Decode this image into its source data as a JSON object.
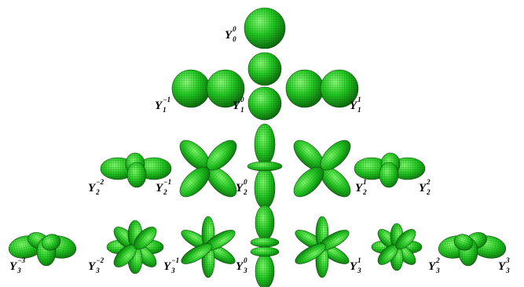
{
  "colors": {
    "lobe_fill": "#22cc22",
    "lobe_highlight": "#7dff6a",
    "lobe_shadow": "#0b6a0b",
    "mesh": "#0a3d0a"
  },
  "harmonics": [
    {
      "id": "Y00",
      "symbol": "Y",
      "l": "0",
      "m": "0",
      "icon": "s-orbital-sphere"
    },
    {
      "id": "Y1m1",
      "symbol": "Y",
      "l": "1",
      "m": "−1",
      "icon": "p-orbital-horizontal"
    },
    {
      "id": "Y10",
      "symbol": "Y",
      "l": "1",
      "m": "0",
      "icon": "p-orbital-vertical"
    },
    {
      "id": "Y11",
      "symbol": "Y",
      "l": "1",
      "m": "1",
      "icon": "p-orbital-horizontal"
    },
    {
      "id": "Y2m2",
      "symbol": "Y",
      "l": "2",
      "m": "−2",
      "icon": "d-orbital-perspective"
    },
    {
      "id": "Y2m1",
      "symbol": "Y",
      "l": "2",
      "m": "−1",
      "icon": "d-orbital-cloverleaf"
    },
    {
      "id": "Y20",
      "symbol": "Y",
      "l": "2",
      "m": "0",
      "icon": "dz2-orbital"
    },
    {
      "id": "Y21",
      "symbol": "Y",
      "l": "2",
      "m": "1",
      "icon": "d-orbital-cloverleaf"
    },
    {
      "id": "Y22",
      "symbol": "Y",
      "l": "2",
      "m": "2",
      "icon": "d-orbital-perspective"
    },
    {
      "id": "Y3m3",
      "symbol": "Y",
      "l": "3",
      "m": "−3",
      "icon": "f-orbital-perspective"
    },
    {
      "id": "Y3m2",
      "symbol": "Y",
      "l": "3",
      "m": "−2",
      "icon": "f-orbital-eight-lobe"
    },
    {
      "id": "Y3m1",
      "symbol": "Y",
      "l": "3",
      "m": "−1",
      "icon": "f-orbital-six-lobe"
    },
    {
      "id": "Y30",
      "symbol": "Y",
      "l": "3",
      "m": "0",
      "icon": "fz3-orbital"
    },
    {
      "id": "Y31",
      "symbol": "Y",
      "l": "3",
      "m": "1",
      "icon": "f-orbital-six-lobe"
    },
    {
      "id": "Y32",
      "symbol": "Y",
      "l": "3",
      "m": "2",
      "icon": "f-orbital-eight-lobe"
    },
    {
      "id": "Y33",
      "symbol": "Y",
      "l": "3",
      "m": "3",
      "icon": "f-orbital-perspective"
    }
  ]
}
